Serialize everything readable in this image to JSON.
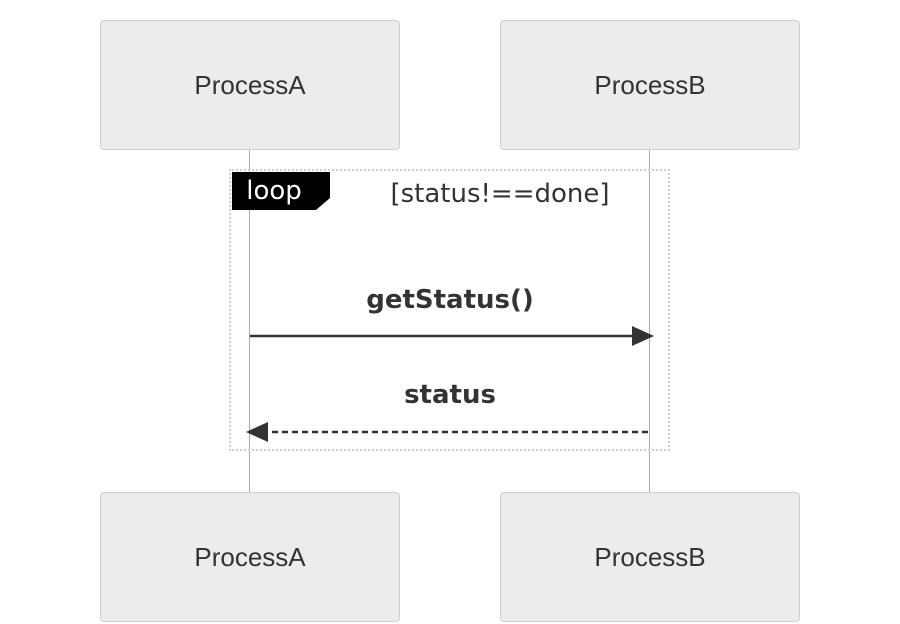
{
  "diagram": {
    "type": "sequence",
    "participants": [
      {
        "id": "A",
        "label": "ProcessA"
      },
      {
        "id": "B",
        "label": "ProcessB"
      }
    ],
    "loop": {
      "label": "loop",
      "condition": "[status!==done]"
    },
    "messages": [
      {
        "from": "A",
        "to": "B",
        "label": "getStatus()",
        "line_style": "solid"
      },
      {
        "from": "B",
        "to": "A",
        "label": "status",
        "line_style": "dashed"
      }
    ],
    "colors": {
      "actor_fill": "#ececec",
      "actor_border": "#cfcfcf",
      "lifeline": "#a8a8a8",
      "text": "#333333",
      "loop_tag_fill": "#000000",
      "loop_tag_text": "#ffffff",
      "arrow": "#333333"
    }
  }
}
